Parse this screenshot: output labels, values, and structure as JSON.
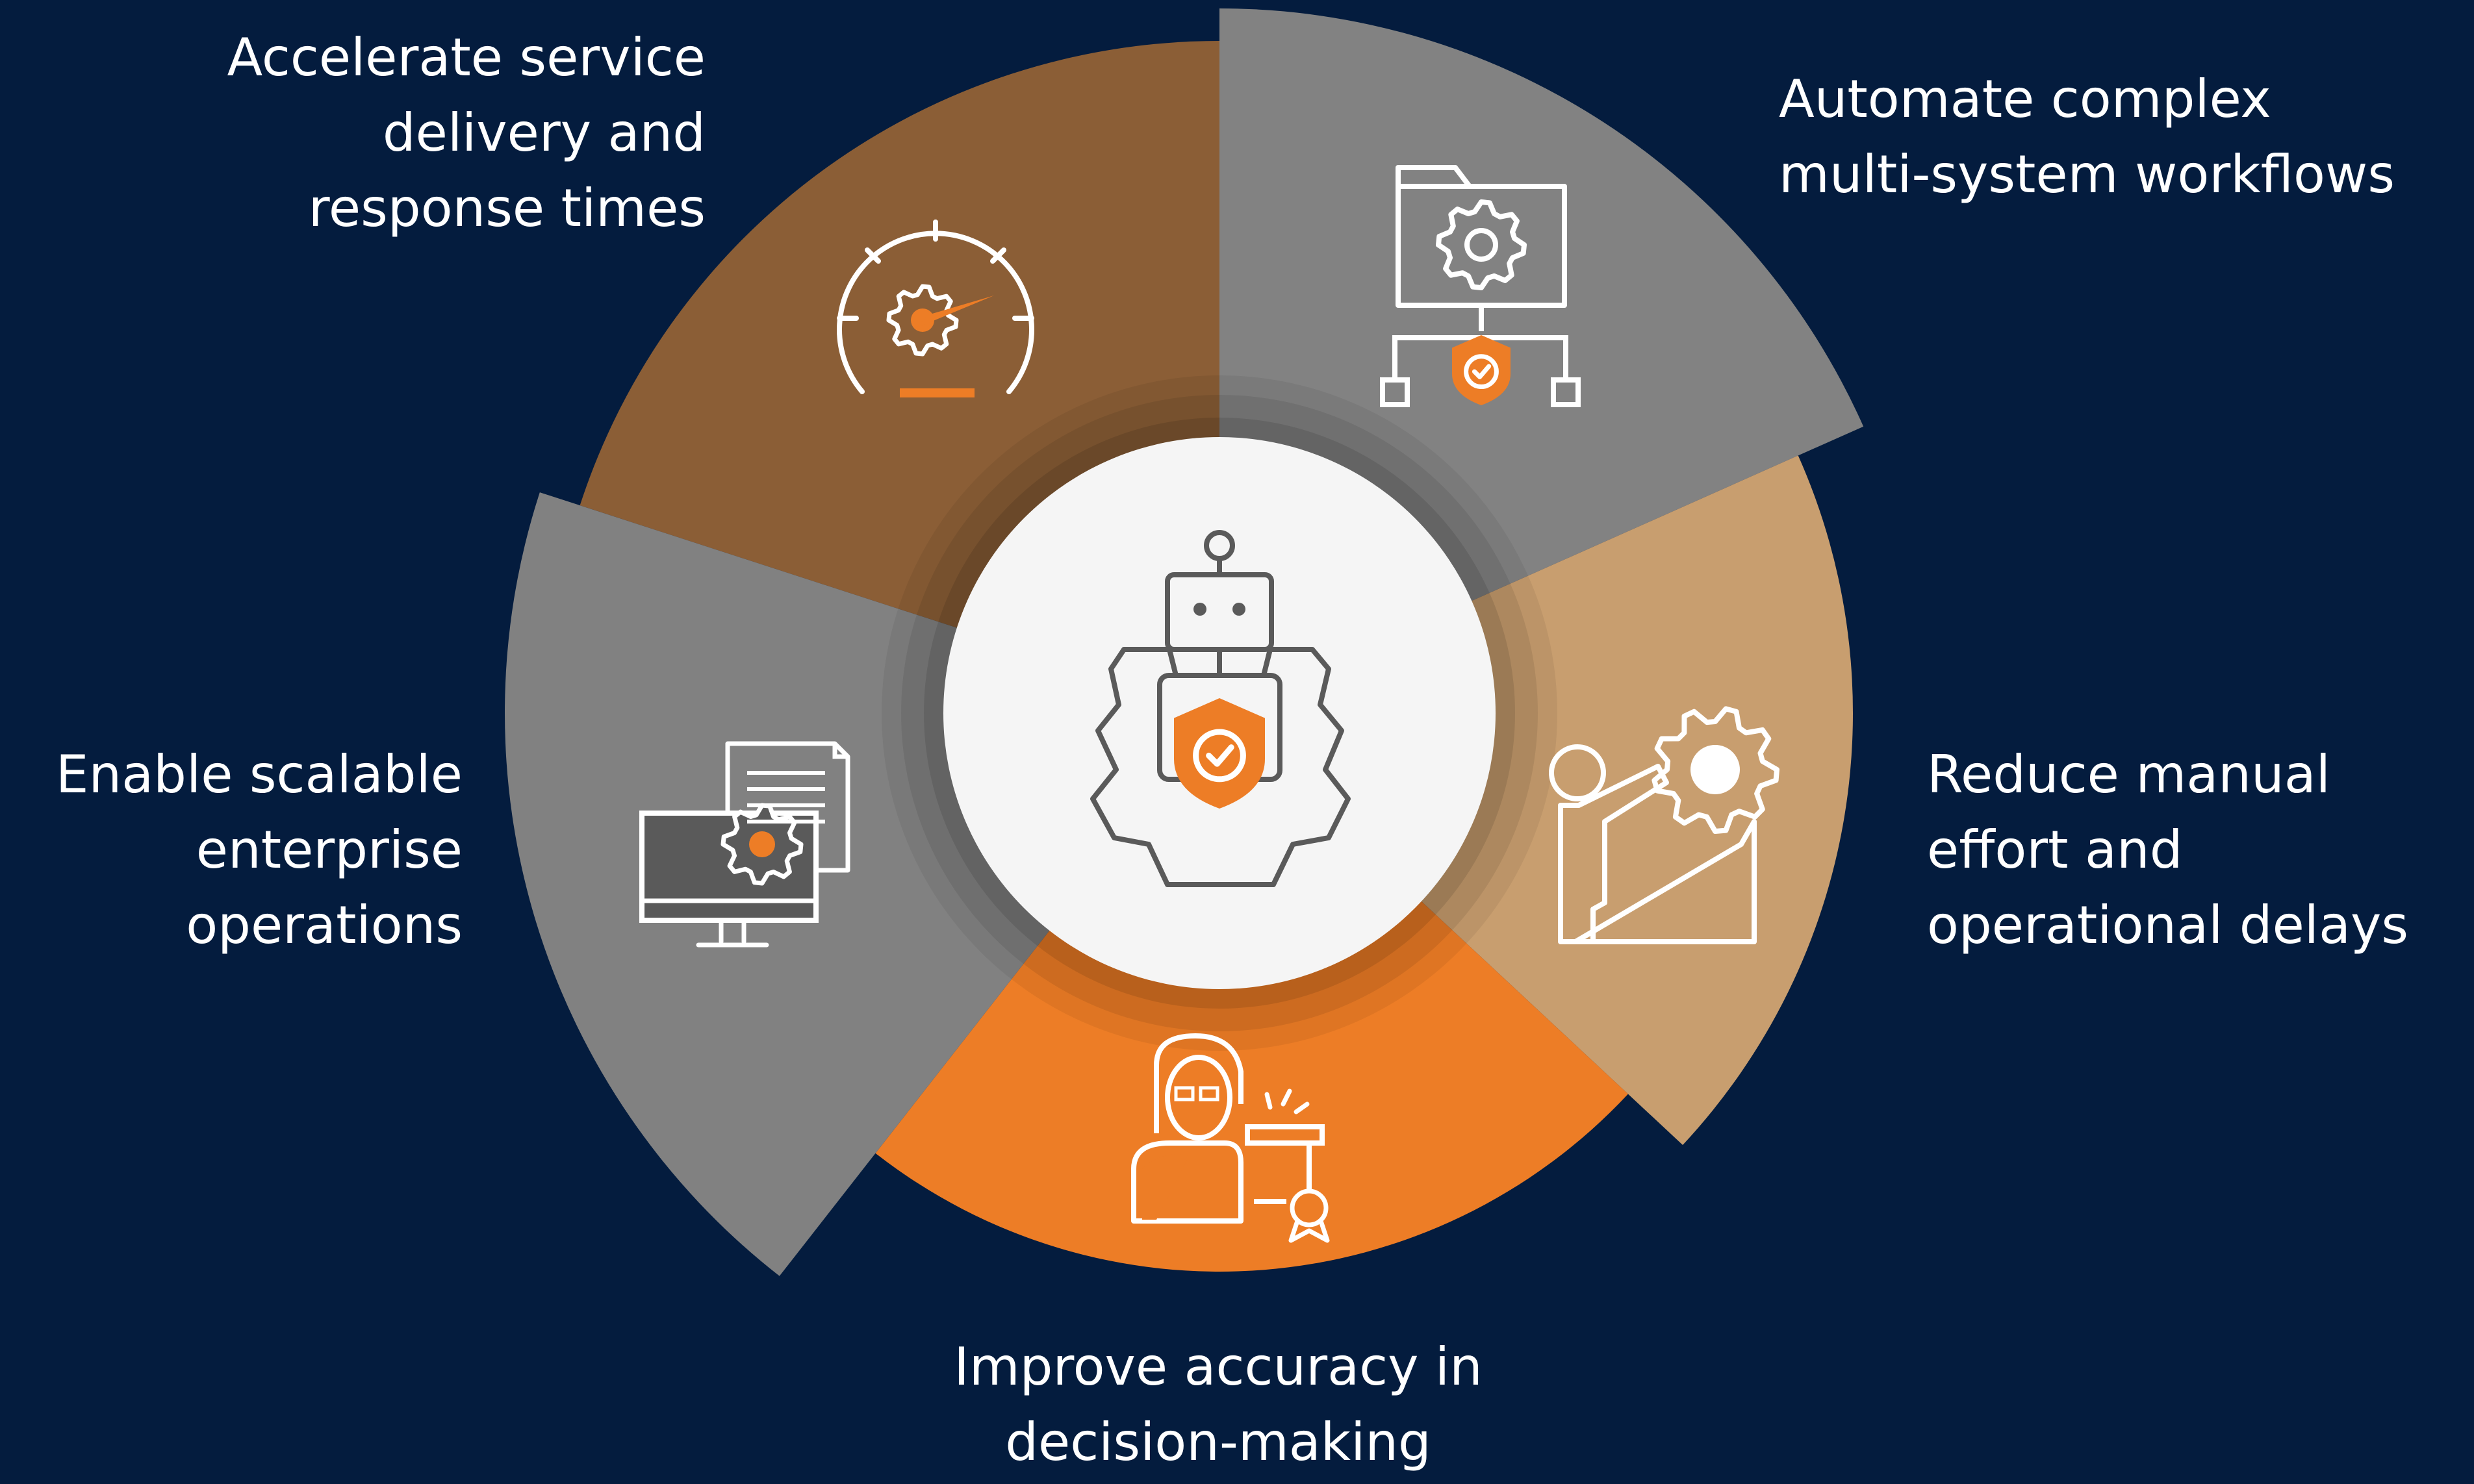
{
  "center": {
    "icon": "robot-shield-gear-icon"
  },
  "segments": [
    {
      "id": "accelerate",
      "icon": "speedometer-gear-icon",
      "color": "#8b5e36",
      "label": [
        "Accelerate service",
        "delivery and",
        "response times"
      ]
    },
    {
      "id": "automate",
      "icon": "folder-gear-network-icon",
      "color": "#828282",
      "label": [
        "Automate complex",
        "multi-system workflows"
      ]
    },
    {
      "id": "reduce",
      "icon": "person-pushing-gear-icon",
      "color": "#c89e6f",
      "label": [
        "Reduce manual",
        "effort and",
        "operational delays"
      ]
    },
    {
      "id": "improve",
      "icon": "person-certificate-icon",
      "color": "#ed7d26",
      "label": [
        "Improve accuracy in",
        "decision-making"
      ]
    },
    {
      "id": "enable",
      "icon": "monitor-document-gear-icon",
      "color": "#818181",
      "label": [
        "Enable scalable",
        "enterprise",
        "operations"
      ]
    }
  ],
  "colors": {
    "background": "#041c3e",
    "accent": "#ed7d26",
    "center": "#f5f5f5"
  }
}
